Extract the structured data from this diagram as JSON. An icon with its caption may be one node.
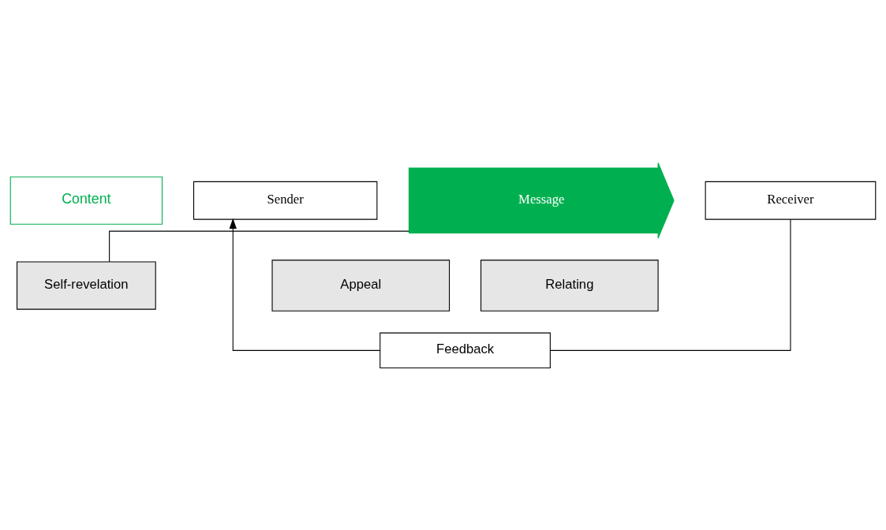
{
  "diagram": {
    "nodes": [
      {
        "text": [
          "Content"
        ]
      },
      {
        "text": [
          "Self-revelation"
        ]
      },
      {
        "text": [
          "Sender"
        ]
      },
      {
        "text": [
          "Message"
        ]
      },
      {
        "text": [
          "Receiver"
        ]
      },
      {
        "text": [
          "Appeal"
        ]
      },
      {
        "text": [
          "Relating"
        ]
      },
      {
        "text": [
          "Feedback"
        ]
      }
    ],
    "edges": [
      {
        "from": 1,
        "to": 3,
        "arrow": "none"
      },
      {
        "from": 4,
        "to": 7,
        "arrow": "none"
      },
      {
        "from": 7,
        "to": 2,
        "arrow": "to"
      }
    ]
  }
}
